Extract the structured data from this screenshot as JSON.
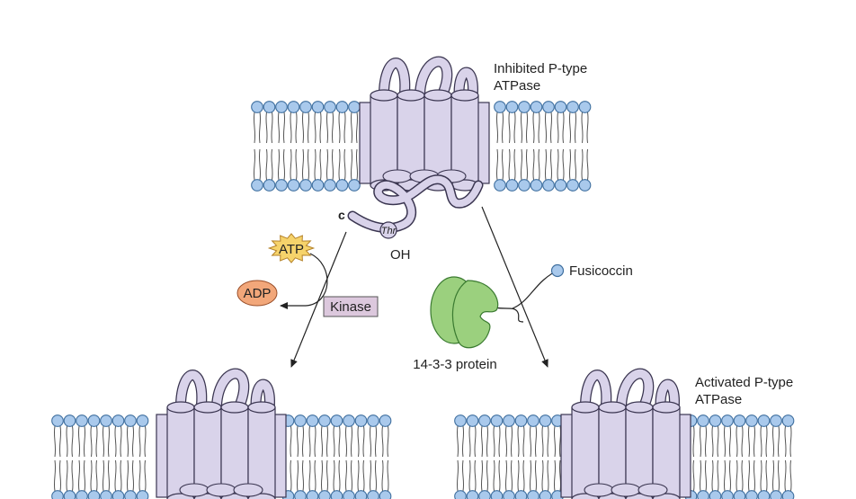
{
  "labels": {
    "inhibited_line1": "Inhibited P-type",
    "inhibited_line2": "ATPase",
    "activated_line1": "Activated P-type",
    "activated_line2": "ATPase",
    "c_terminus": "c",
    "thr": "Thr",
    "oh": "OH",
    "atp": "ATP",
    "adp": "ADP",
    "kinase": "Kinase",
    "fusicoccin": "Fusicoccin",
    "protein_1433": "14-3-3 protein"
  },
  "colors": {
    "membrane_head_fill": "#a9c9ec",
    "membrane_head_stroke": "#3f6f9f",
    "protein_fill": "#d9d3ea",
    "protein_stroke": "#3a3550",
    "atp_fill": "#f6d36b",
    "adp_fill": "#f2a77a",
    "kinase_fill": "#dcc8dd",
    "fusicoccin_fill": "#a9c9ec",
    "protein_1433_fill": "#9bd07e",
    "arrow": "#222222"
  }
}
